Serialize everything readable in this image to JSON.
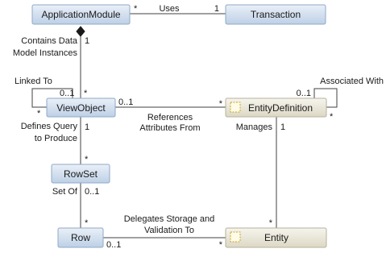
{
  "nodes": {
    "application_module": "ApplicationModule",
    "transaction": "Transaction",
    "view_object": "ViewObject",
    "entity_definition": "EntityDefinition",
    "row_set": "RowSet",
    "row": "Row",
    "entity": "Entity"
  },
  "edges": {
    "uses": {
      "label": "Uses",
      "mult_source": "*",
      "mult_target": "1"
    },
    "contains": {
      "label_line1": "Contains Data",
      "label_line2": "Model Instances",
      "mult_source": "1",
      "mult_target": "*"
    },
    "linked_to": {
      "label": "Linked To",
      "mult_a": "0..1",
      "mult_b": "*"
    },
    "references": {
      "label_line1": "References",
      "label_line2": "Attributes From",
      "mult_source": "0..1",
      "mult_target": "*"
    },
    "associated_with": {
      "label": "Associated With",
      "mult_a": "0..1",
      "mult_b": "*"
    },
    "defines_query": {
      "label_line1": "Defines Query",
      "label_line2": "to Produce",
      "mult_source": "1",
      "mult_target": "*"
    },
    "manages": {
      "label": "Manages",
      "mult_source": "1",
      "mult_target": "*"
    },
    "set_of": {
      "label": "Set Of",
      "mult_source": "0..1",
      "mult_target": "*"
    },
    "delegates": {
      "label_line1": "Delegates Storage and",
      "label_line2": "Validation To",
      "mult_source": "0..1",
      "mult_target": "*"
    }
  },
  "colors": {
    "blue_box_top": "#eaf0f8",
    "blue_box_bottom": "#bdd0e6",
    "blue_box_border": "#8fa9c7",
    "tan_box_top": "#f4f3ea",
    "tan_box_bottom": "#dcd8c4",
    "tan_box_border": "#b7b29a",
    "line": "#404040",
    "dashed_icon_stroke": "#c9a227",
    "dashed_icon_fill": "#fffbe6"
  }
}
